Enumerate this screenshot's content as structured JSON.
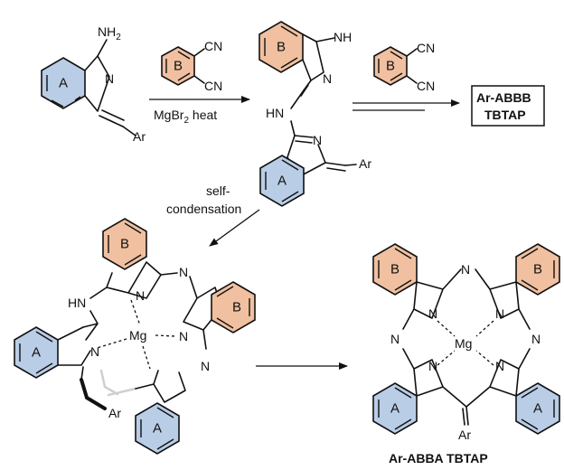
{
  "labels": {
    "nh2": "NH",
    "nh2_sub": "2",
    "ring_a": "A",
    "ring_b": "B",
    "n": "N",
    "ar": "Ar",
    "cn": "CN",
    "reagent_mgbr": "MgBr",
    "reagent_sub": "2",
    "reagent_heat": " heat",
    "nh": "NH",
    "hn": "HN",
    "mg": "Mg",
    "product1_line1": "Ar-ABBB",
    "product1_line2": "TBTAP",
    "self_cond_line1": "self-",
    "self_cond_line2": "condensation",
    "product2": "Ar-ABBA TBTAP"
  }
}
